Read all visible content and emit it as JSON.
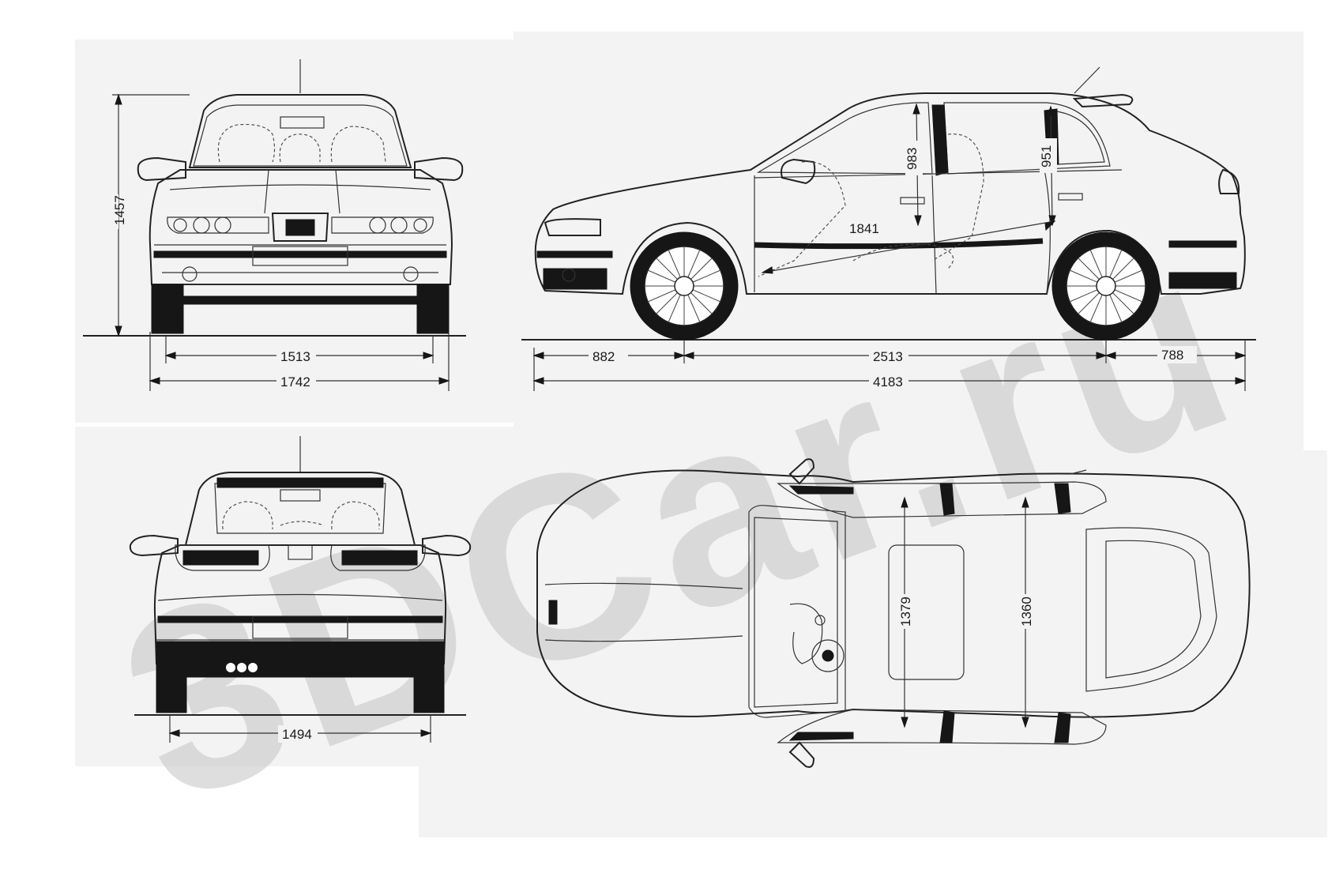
{
  "watermark": {
    "text": "3DCar.ru",
    "color": "#c4c4c4"
  },
  "front_view": {
    "height": "1457",
    "track": "1513",
    "width": "1742"
  },
  "rear_view": {
    "track": "1494"
  },
  "side_view": {
    "front_overhang": "882",
    "wheelbase": "2513",
    "rear_overhang": "788",
    "length": "4183",
    "front_door_height": "983",
    "rear_door_height": "951",
    "interior_length": "1841"
  },
  "top_view": {
    "front_interior_width": "1379",
    "rear_interior_width": "1360"
  },
  "colors": {
    "line": "#222222",
    "background": "#ffffff",
    "panel": "#f3f3f3"
  }
}
